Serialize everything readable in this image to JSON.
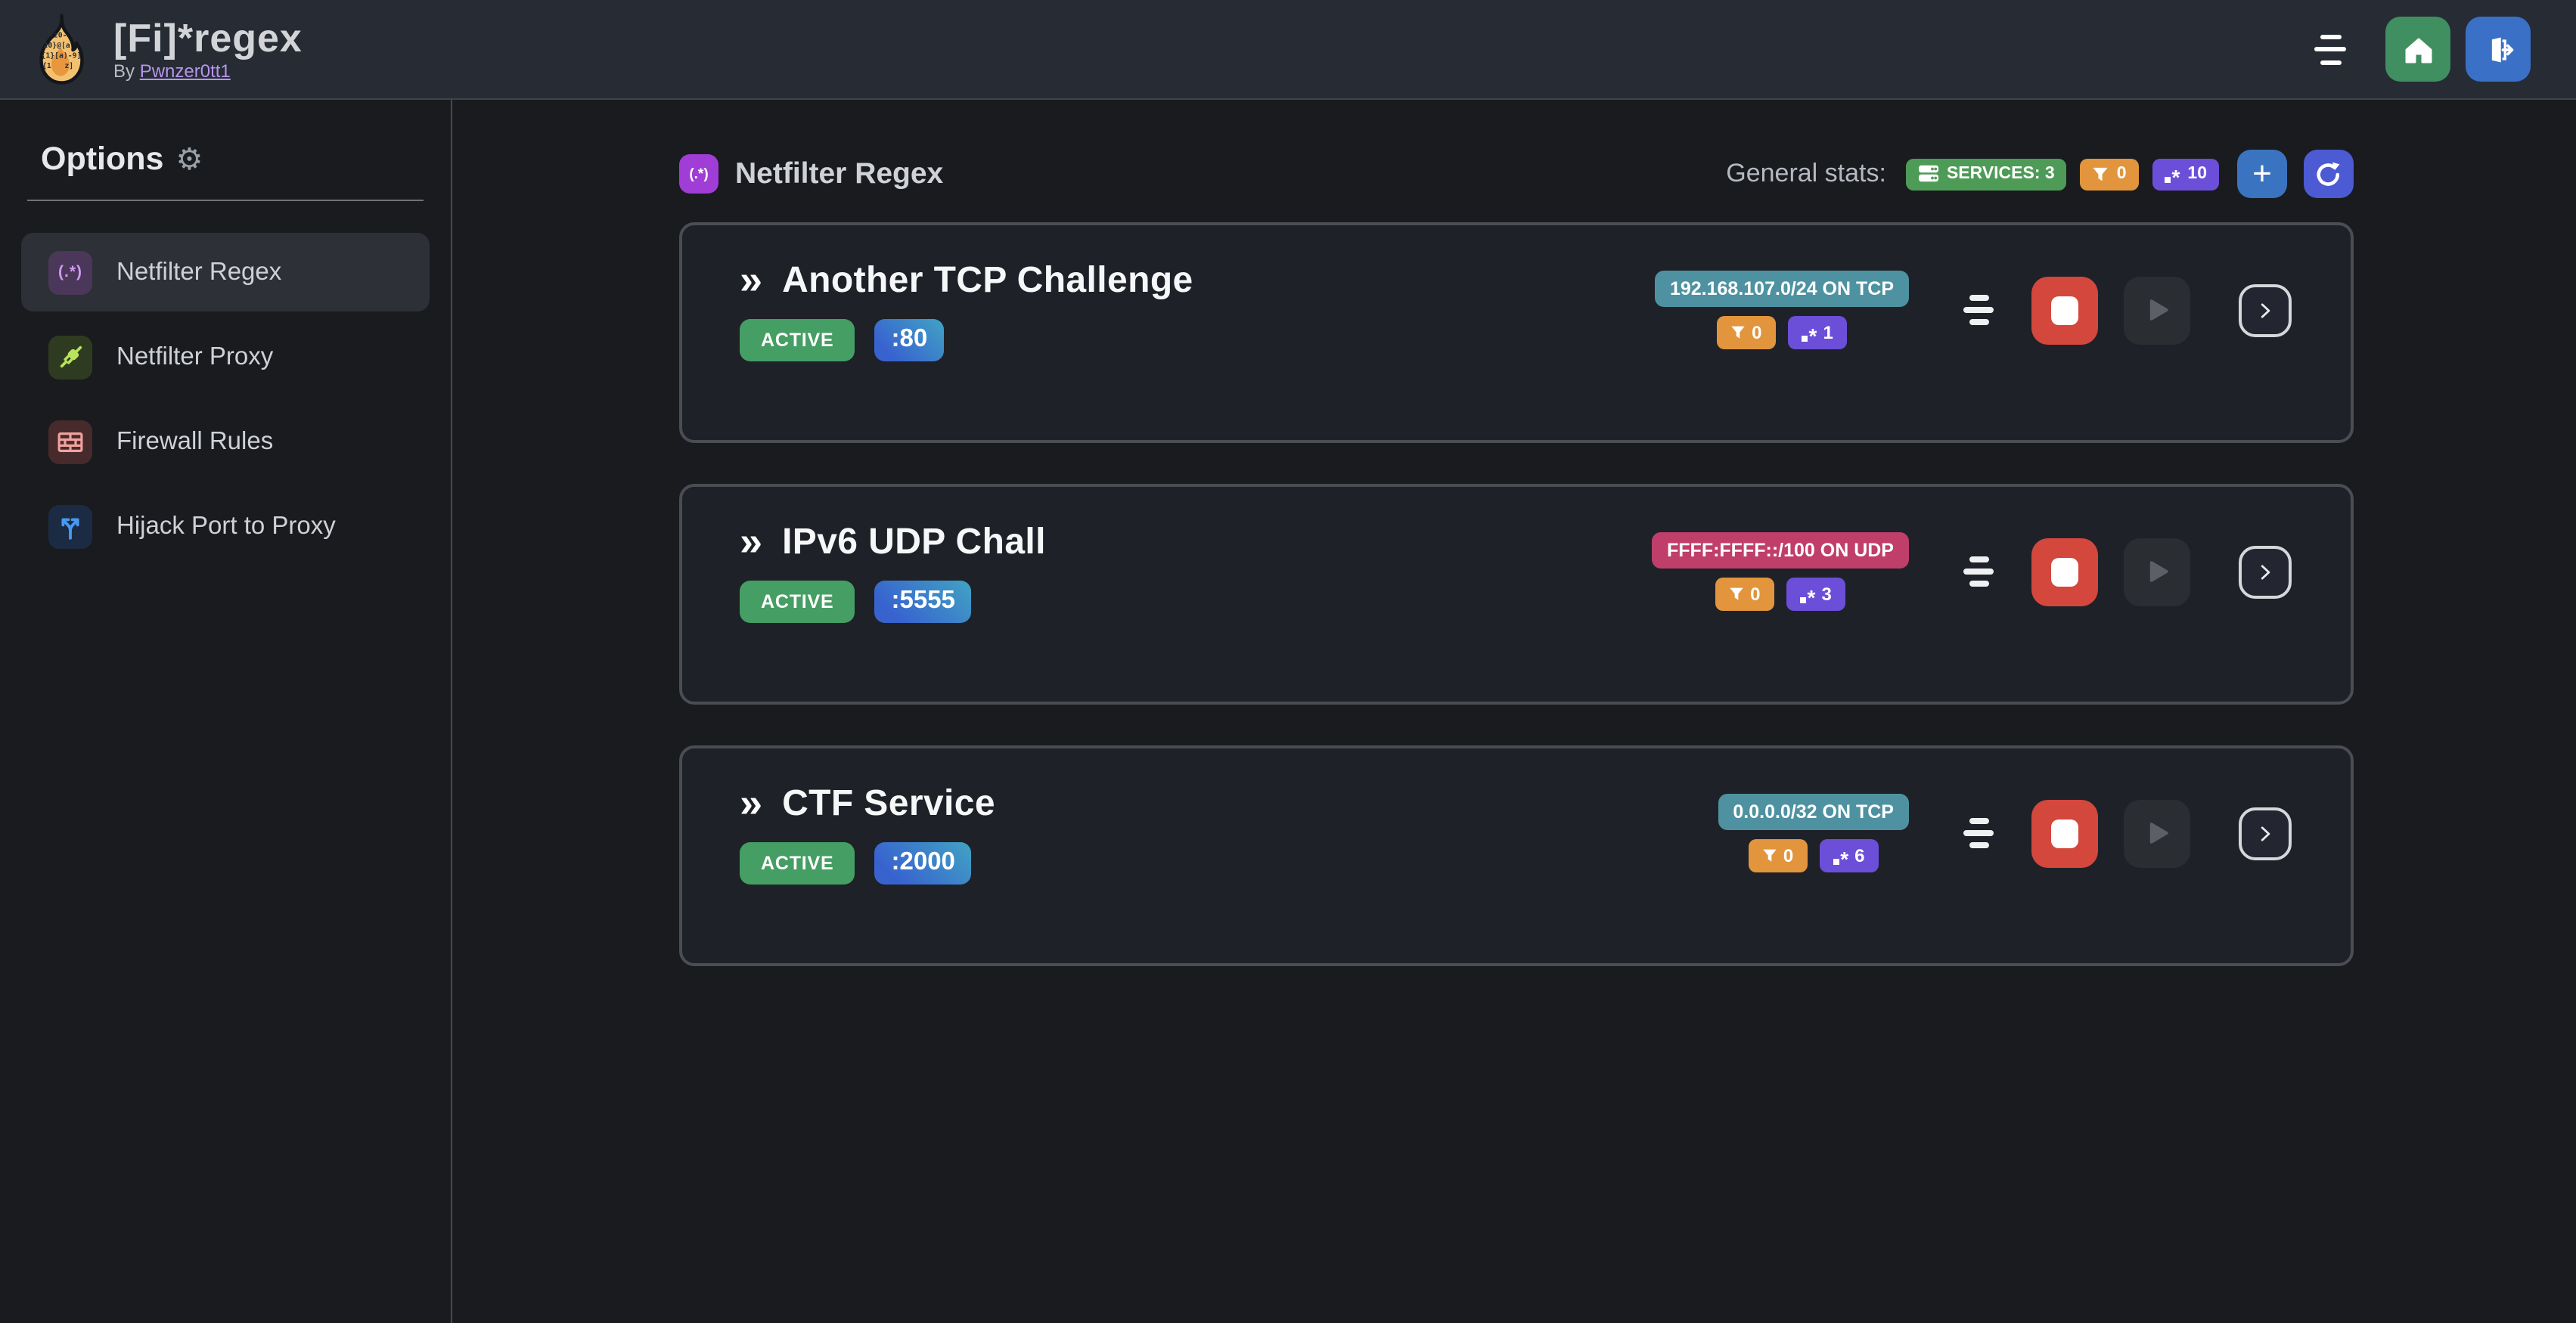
{
  "app": {
    "title": "[Fi]*regex",
    "byline_prefix": "By",
    "author": "Pwnzer0tt1"
  },
  "icons": {
    "gear": "⚙",
    "regex_group": "(.*)",
    "chevrons_right": "»",
    "plus": "+",
    "star": "*"
  },
  "sidebar": {
    "heading": "Options",
    "items": [
      {
        "label": "Netfilter Regex"
      },
      {
        "label": "Netfilter Proxy"
      },
      {
        "label": "Firewall Rules"
      },
      {
        "label": "Hijack Port to Proxy"
      }
    ]
  },
  "main": {
    "section_title": "Netfilter Regex",
    "stats_label": "General stats:",
    "stats": {
      "services": "SERVICES: 3",
      "filter_count": "0",
      "regex_count": "10"
    },
    "services": [
      {
        "title": "Another TCP Challenge",
        "status": "ACTIVE",
        "port": ":80",
        "target": "192.168.107.0/24 ON TCP",
        "target_style": "cidr-teal",
        "filter_count": "0",
        "regex_count": "1"
      },
      {
        "title": "IPv6 UDP Chall",
        "status": "ACTIVE",
        "port": ":5555",
        "target": "FFFF:FFFF::/100 ON UDP",
        "target_style": "cidr-pink",
        "filter_count": "0",
        "regex_count": "3"
      },
      {
        "title": "CTF Service",
        "status": "ACTIVE",
        "port": ":2000",
        "target": "0.0.0.0/32 ON TCP",
        "target_style": "cidr-teal",
        "filter_count": "0",
        "regex_count": "6"
      }
    ]
  },
  "colors": {
    "header_bg": "#262b34",
    "page_bg": "#191b1f",
    "card_bg": "#1f2128",
    "accent_green": "#459e63",
    "accent_orange": "#e2953c",
    "accent_violet": "#6c4fd8",
    "accent_blue": "#3a74c0",
    "accent_indigo": "#4c5ad4",
    "danger_red": "#d3473d",
    "teal": "#4e92a1",
    "pink": "#c03e6a",
    "link_purple": "#b695ea"
  }
}
